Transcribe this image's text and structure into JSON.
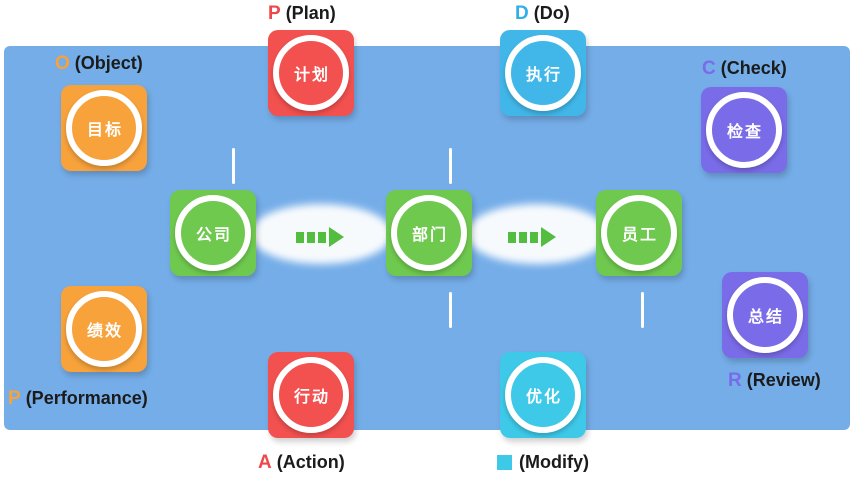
{
  "panel": {
    "color": "#75ADE8"
  },
  "flow": {
    "arrow_color": "#52BD3F"
  },
  "labels": {
    "object": {
      "letter": "O",
      "rest": " (Object)",
      "color": "#F7A23B"
    },
    "plan": {
      "letter": "P",
      "rest": " (Plan)",
      "color": "#F0474A"
    },
    "do": {
      "letter": "D",
      "rest": " (Do)",
      "color": "#2FAEE8"
    },
    "check": {
      "letter": "C",
      "rest": " (Check)",
      "color": "#7A6BE8"
    },
    "performance": {
      "letter": "P",
      "rest": " (Performance)",
      "color": "#F7A23B"
    },
    "action": {
      "letter": "A",
      "rest": " (Action)",
      "color": "#F0474A"
    },
    "modify": {
      "swatch_color": "#3EC9E9",
      "rest": " (Modify)"
    },
    "review": {
      "letter": "R",
      "rest": " (Review)",
      "color": "#7A6BE8"
    }
  },
  "nodes": {
    "goal": {
      "text": "目标",
      "color": "#F7A23B"
    },
    "plan": {
      "text": "计划",
      "color": "#F2514F"
    },
    "do": {
      "text": "执行",
      "color": "#41B7E9"
    },
    "check": {
      "text": "检查",
      "color": "#7A6BE8"
    },
    "performance": {
      "text": "绩效",
      "color": "#F7A23B"
    },
    "action": {
      "text": "行动",
      "color": "#F2514F"
    },
    "optimize": {
      "text": "优化",
      "color": "#3EC9E9"
    },
    "review": {
      "text": "总结",
      "color": "#7A6BE8"
    },
    "company": {
      "text": "公司",
      "color": "#6FC94F"
    },
    "department": {
      "text": "部门",
      "color": "#6FC94F"
    },
    "employee": {
      "text": "员工",
      "color": "#6FC94F"
    }
  }
}
